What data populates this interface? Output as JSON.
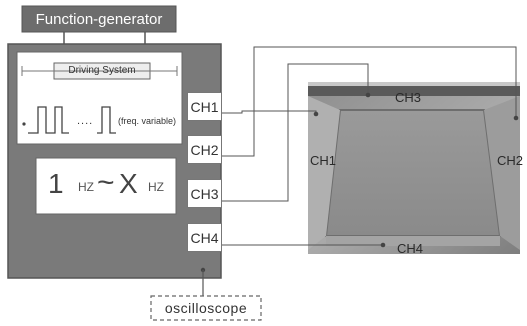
{
  "function_generator": {
    "title": "Function-generator"
  },
  "driving_system": {
    "label": "Driving System"
  },
  "waveform": {
    "dots": "....",
    "freq_note": "(freq. variable)"
  },
  "frequency_range": {
    "one": "1",
    "hz1": "HZ",
    "tilde": "~",
    "x": "X",
    "hz2": "HZ"
  },
  "channels": [
    {
      "label": "CH1"
    },
    {
      "label": "CH2"
    },
    {
      "label": "CH3"
    },
    {
      "label": "CH4"
    }
  ],
  "photo_labels": {
    "ch1": "CH1",
    "ch2": "CH2",
    "ch3": "CH3",
    "ch4": "CH4"
  },
  "oscilloscope": {
    "label": "oscilloscope"
  },
  "colors": {
    "title_box": "#6d6d6d",
    "panel_bg": "#7a7a7a",
    "panel_border": "#555555",
    "wire": "#555555"
  }
}
